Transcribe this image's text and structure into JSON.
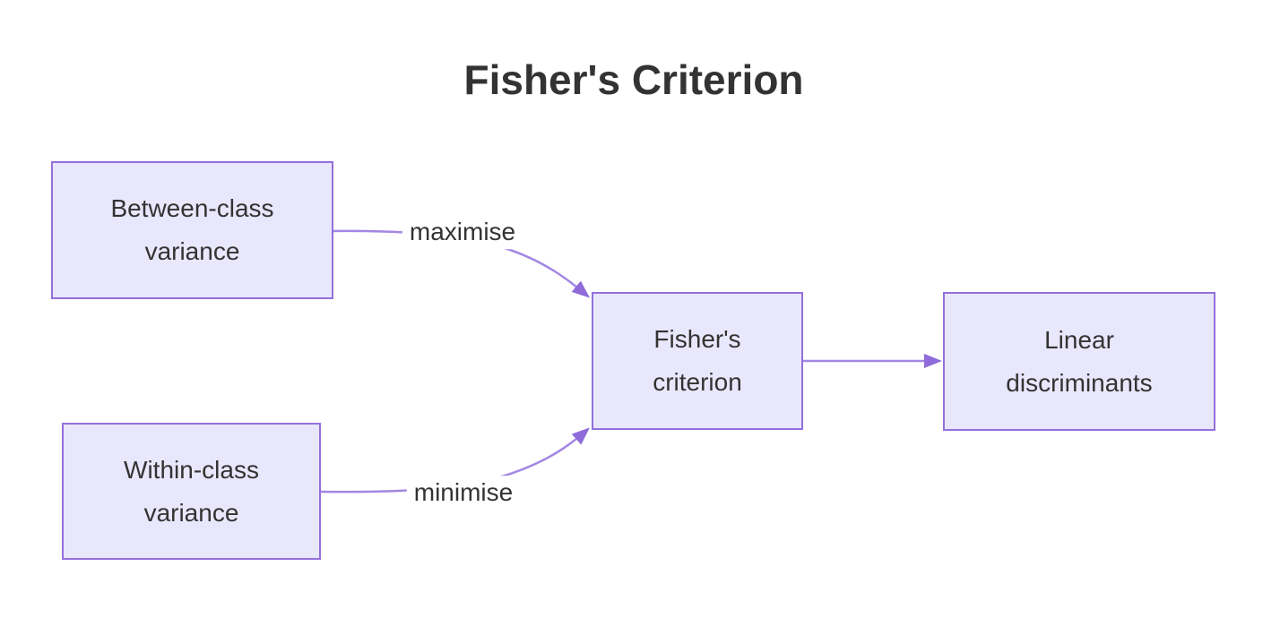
{
  "title": "Fisher's Criterion",
  "diagram": {
    "type": "flowchart",
    "direction": "left-to-right",
    "nodes": [
      {
        "id": "between",
        "label": "Between-class variance"
      },
      {
        "id": "within",
        "label": "Within-class variance"
      },
      {
        "id": "criterion",
        "label": "Fisher's criterion"
      },
      {
        "id": "linear",
        "label": "Linear discriminants"
      }
    ],
    "edges": [
      {
        "from": "between",
        "to": "criterion",
        "label": "maximise"
      },
      {
        "from": "within",
        "to": "criterion",
        "label": "minimise"
      },
      {
        "from": "criterion",
        "to": "linear",
        "label": ""
      }
    ]
  },
  "colors": {
    "background": "#ffffff",
    "node_fill": "#E9E7FB",
    "node_border": "#9370DB",
    "edge_line": "#A387E3",
    "arrowhead": "#8F6CD9",
    "text": "#333333",
    "title_text": "#333333"
  }
}
